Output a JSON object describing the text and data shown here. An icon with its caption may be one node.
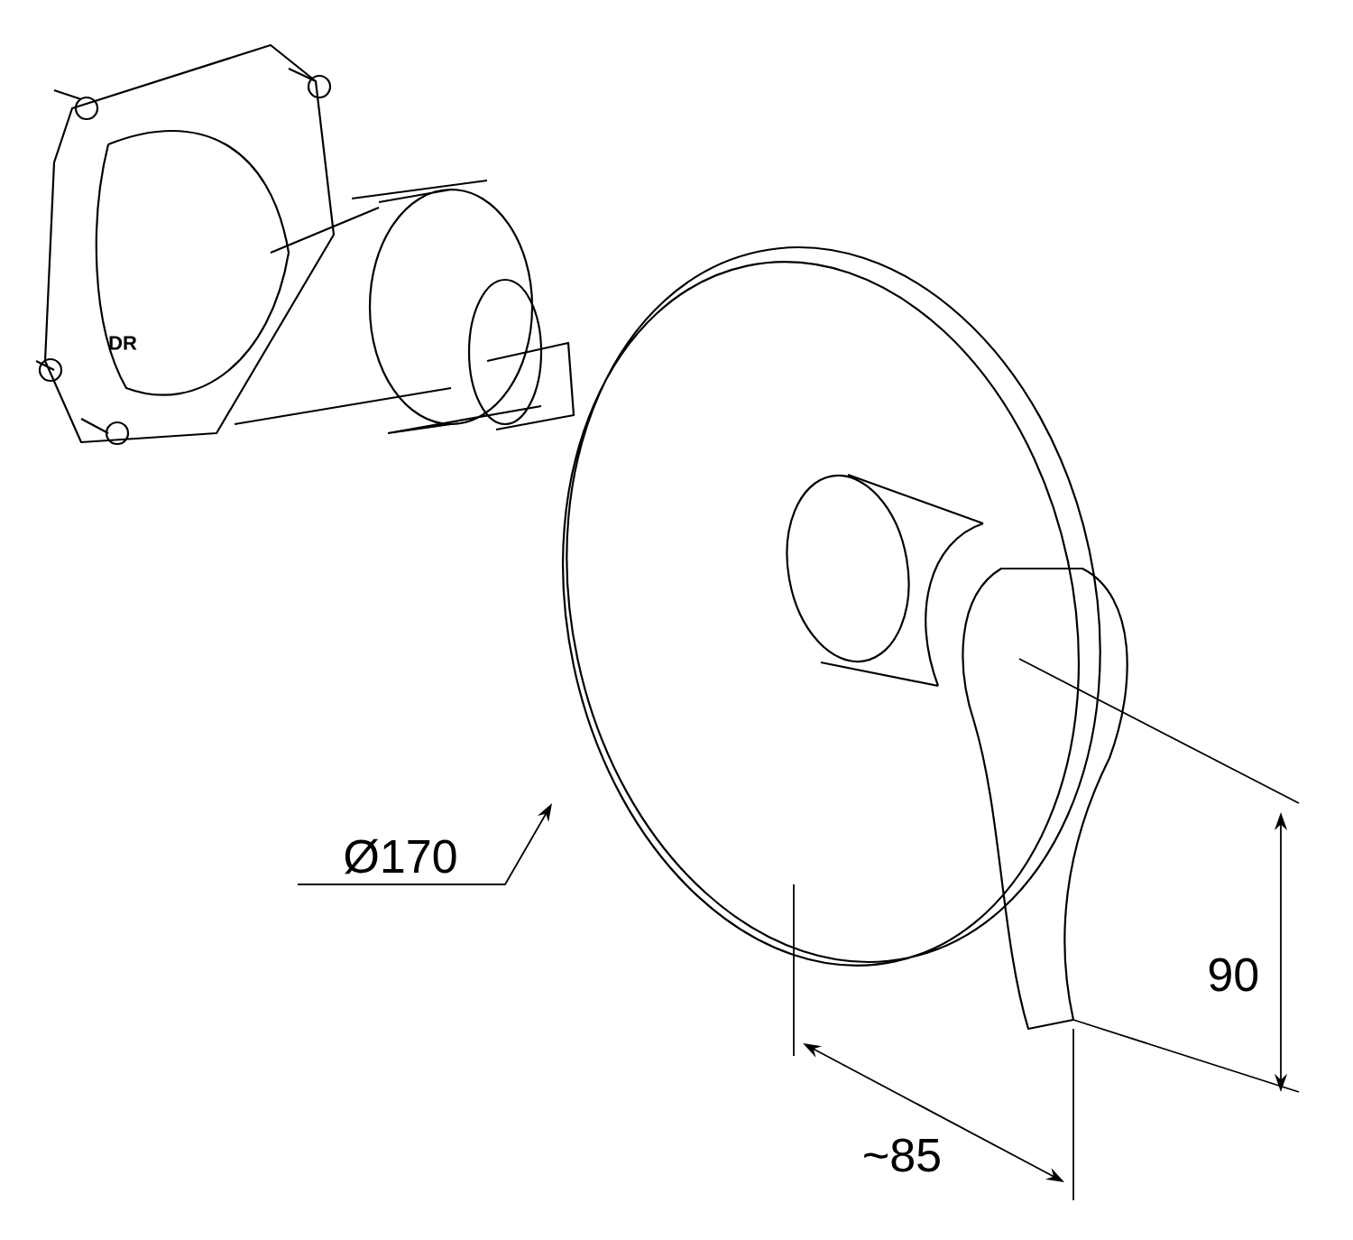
{
  "diagram": {
    "labels": [
      "DR",
      "Ø170",
      "90",
      "~85"
    ]
  }
}
